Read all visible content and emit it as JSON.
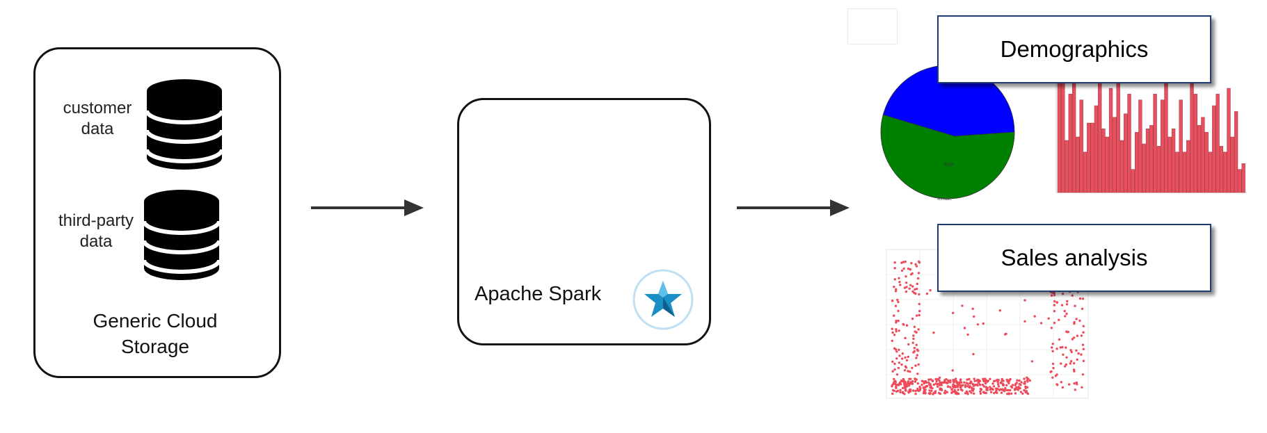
{
  "storage": {
    "title": "Generic Cloud Storage",
    "customer_label": "customer data",
    "thirdparty_label": "third-party data"
  },
  "spark": {
    "title": "Apache Spark",
    "logo_icon": "spark-star-icon"
  },
  "outputs": {
    "demographics_label": "Demographics",
    "sales_label": "Sales analysis"
  },
  "pie_labels": {
    "slice_label": "53%",
    "category": "female"
  },
  "colors": {
    "pie_blue": "#0000ff",
    "pie_green": "#008000",
    "hist_bar": "#e9505f",
    "scatter_point": "#ee4b5a",
    "callout_border": "#1f3b73"
  },
  "chart_data": [
    {
      "type": "pie",
      "categories": [
        "",
        "female"
      ],
      "values": [
        47,
        53
      ],
      "colors": [
        "#0000ff",
        "#008000"
      ]
    },
    {
      "type": "bar",
      "values": [
        95,
        100,
        45,
        85,
        100,
        48,
        80,
        35,
        60,
        60,
        75,
        100,
        55,
        48,
        90,
        65,
        100,
        45,
        68,
        85,
        20,
        52,
        80,
        42,
        55,
        58,
        85,
        40,
        80,
        95,
        48,
        55,
        35,
        80,
        35,
        45,
        110,
        85,
        58,
        65,
        52,
        35,
        75,
        85,
        40,
        35,
        90,
        48,
        70,
        20,
        25
      ]
    },
    {
      "type": "scatter",
      "series": [
        {
          "name": "",
          "color": "#ee4b5a"
        }
      ]
    }
  ]
}
